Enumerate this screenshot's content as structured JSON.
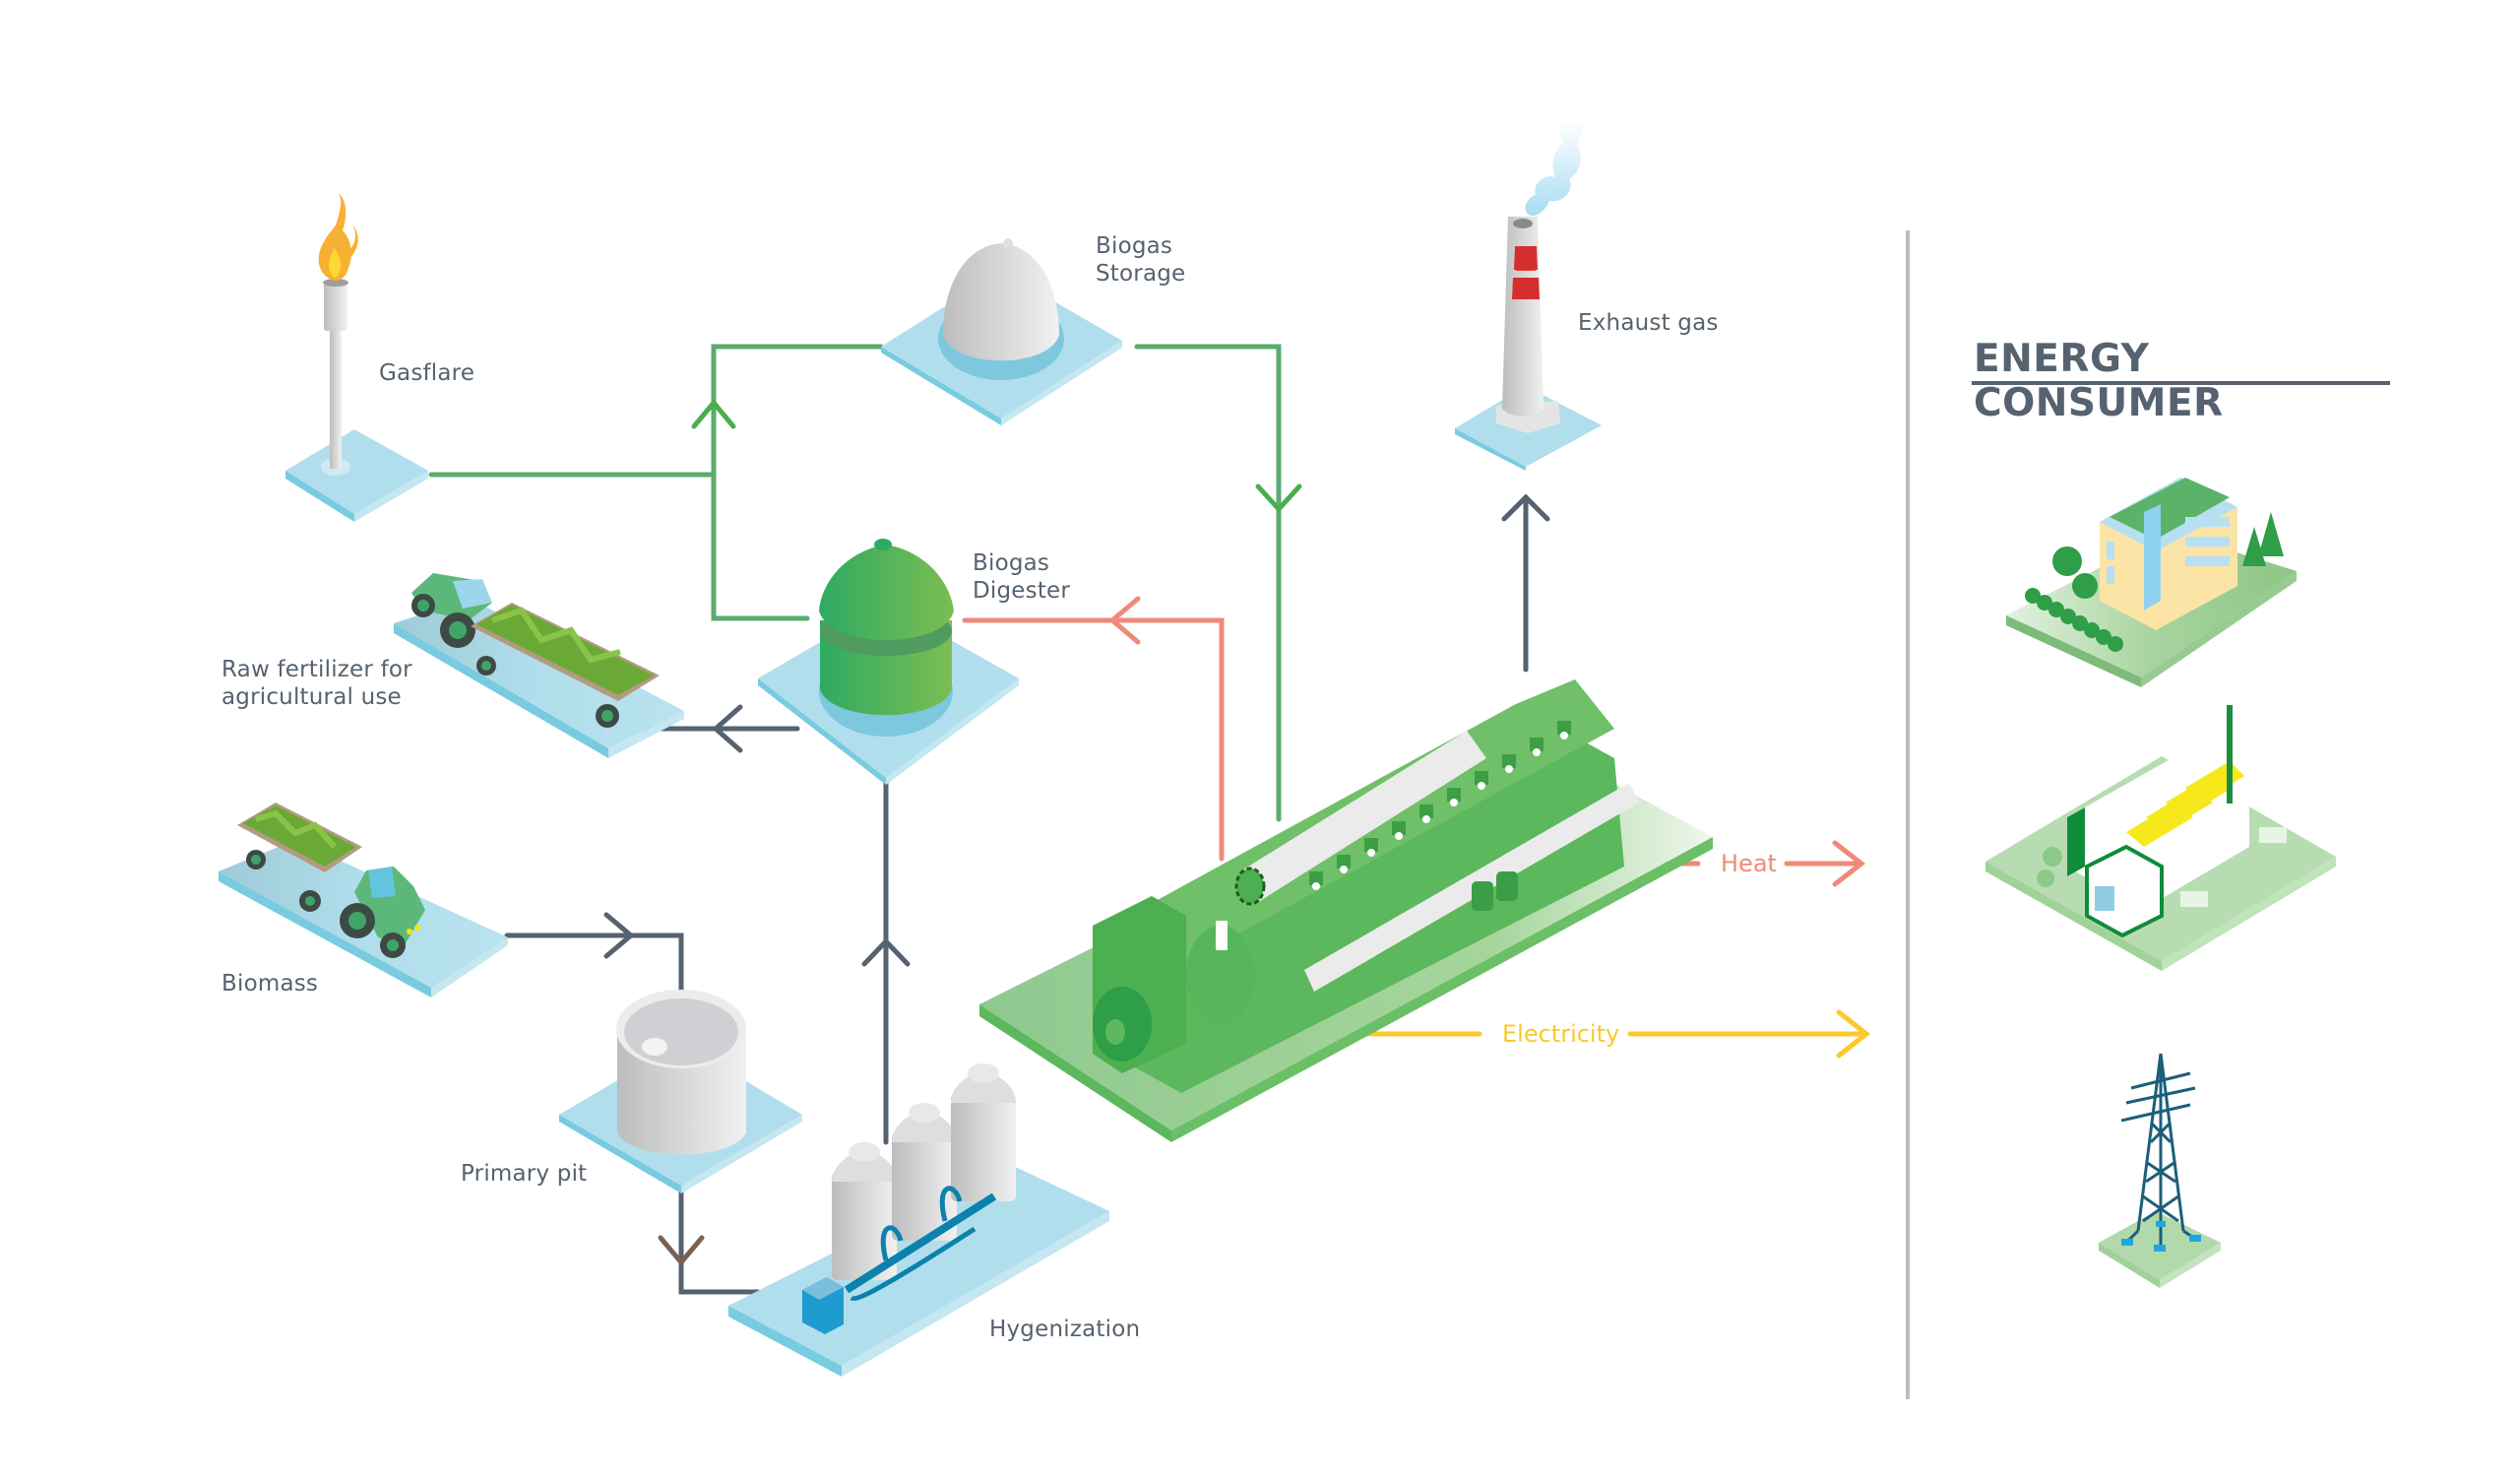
{
  "diagram": {
    "title": "Biogas plant energy flow",
    "consumer_header": "ENERGY CONSUMER",
    "nodes": {
      "gasflare": {
        "label": "Gasflare",
        "icon": "gas-flare-icon"
      },
      "storage": {
        "label": "Biogas\nStorage",
        "icon": "gas-storage-dome-icon"
      },
      "exhaust": {
        "label": "Exhaust gas",
        "icon": "chimney-icon"
      },
      "digester": {
        "label": "Biogas\nDigester",
        "icon": "digester-tank-icon"
      },
      "fertilizer": {
        "label": "Raw fertilizer for\nagricultural use",
        "icon": "tractor-trailer-icon"
      },
      "biomass": {
        "label": "Biomass",
        "icon": "tractor-trailer-icon"
      },
      "pit": {
        "label": "Primary pit",
        "icon": "pit-tank-icon"
      },
      "hygenization": {
        "label": "Hygenization",
        "icon": "hygenization-tanks-icon"
      },
      "engine": {
        "label": "",
        "icon": "gas-engine-icon"
      }
    },
    "outputs": {
      "heat": {
        "label": "Heat",
        "color": "#f08a78"
      },
      "electricity": {
        "label": "Electricity",
        "color": "#fcc82a"
      }
    },
    "consumers": [
      {
        "name": "residential-building",
        "icon": "apartment-building-icon"
      },
      {
        "name": "factory",
        "icon": "factory-icon"
      },
      {
        "name": "power-grid",
        "icon": "transmission-tower-icon"
      }
    ],
    "flows": [
      {
        "from": "gasflare",
        "to": "storage-loop",
        "type": "biogas"
      },
      {
        "from": "digester",
        "to": "storage",
        "type": "biogas"
      },
      {
        "from": "storage",
        "to": "engine",
        "type": "biogas"
      },
      {
        "from": "engine",
        "to": "exhaust",
        "type": "exhaust"
      },
      {
        "from": "engine",
        "to": "digester",
        "type": "heat"
      },
      {
        "from": "digester",
        "to": "fertilizer",
        "type": "substrate"
      },
      {
        "from": "biomass",
        "to": "pit",
        "type": "substrate"
      },
      {
        "from": "pit",
        "to": "hygenization",
        "type": "substrate"
      },
      {
        "from": "hygenization",
        "to": "digester",
        "type": "substrate"
      },
      {
        "from": "engine",
        "to": "consumers",
        "type": "heat"
      },
      {
        "from": "engine",
        "to": "consumers",
        "type": "electricity"
      }
    ],
    "colors": {
      "biogas": "#5aad6e",
      "substrate": "#56626f",
      "heat": "#f08a78",
      "electricity": "#fcc82a",
      "platform": "#b1deec",
      "engine": "#5cb85c"
    }
  }
}
